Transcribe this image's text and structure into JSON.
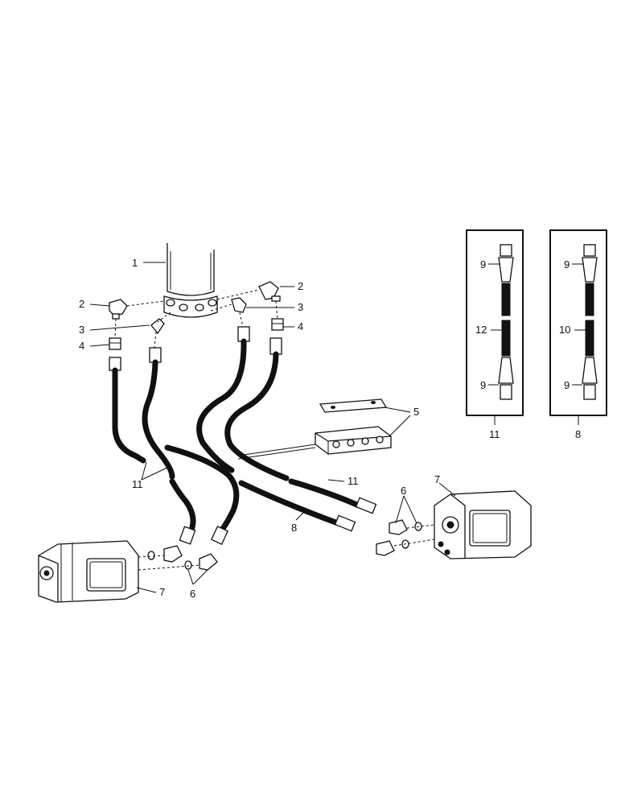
{
  "callouts": {
    "c1": "1",
    "c2_left": "2",
    "c2_right": "2",
    "c3_left": "3",
    "c3_right": "3",
    "c4_left": "4",
    "c4_right": "4",
    "c5": "5",
    "c6_left": "6",
    "c6_right": "6",
    "c7_left": "7",
    "c7_right": "7",
    "c8": "8",
    "c11_left": "11",
    "c11_right": "11"
  },
  "inset_11": {
    "top_label": "9",
    "middle_label": "12",
    "bottom_label": "9",
    "caption": "11"
  },
  "inset_8": {
    "top_label": "9",
    "middle_label": "10",
    "bottom_label": "9",
    "caption": "8"
  }
}
